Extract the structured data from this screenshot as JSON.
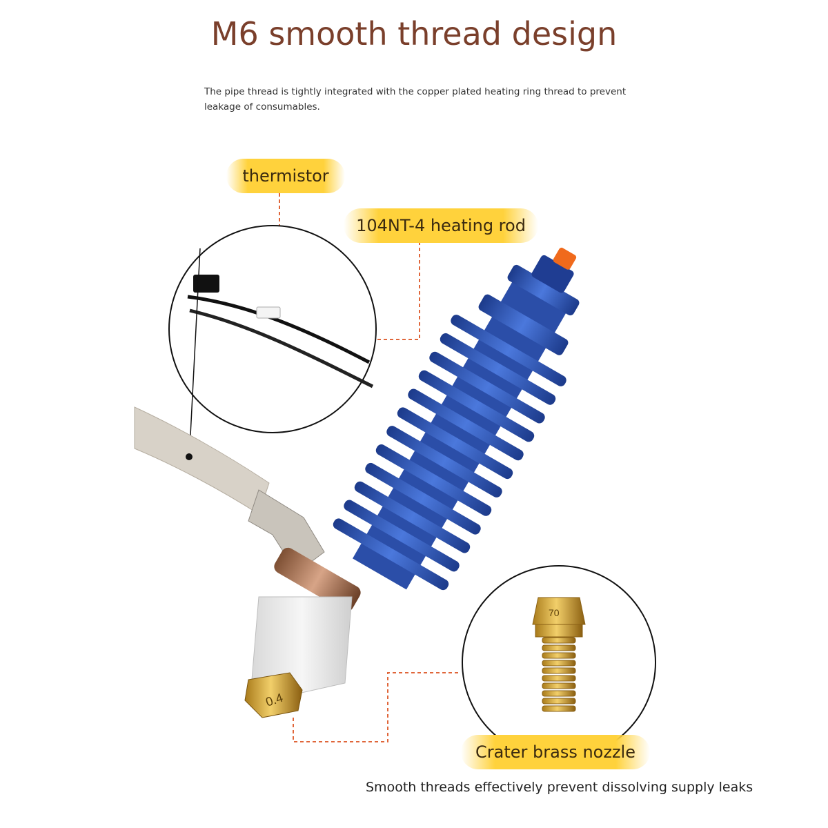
{
  "header": {
    "title": "M6 smooth thread design",
    "subtitle": "The pipe thread is tightly integrated with the copper plated heating ring thread to prevent leakage of consumables."
  },
  "callouts": {
    "thermistor": "thermistor",
    "heating_rod": "104NT-4 heating rod",
    "nozzle": "Crater brass nozzle"
  },
  "nozzle_marking": "0.4",
  "footer": {
    "caption": "Smooth threads effectively prevent dissolving supply leaks"
  },
  "colors": {
    "title": "#7a3f2b",
    "callout_bg": "#ffd23c",
    "heatsink_blue": "#2f55b8",
    "leader_line": "#e0663a"
  }
}
